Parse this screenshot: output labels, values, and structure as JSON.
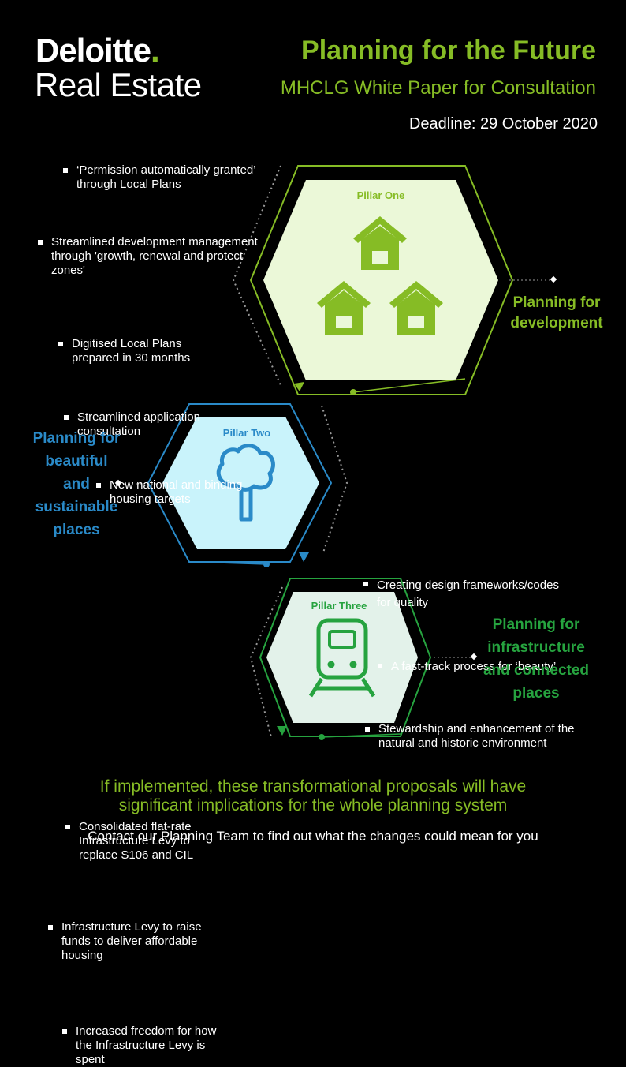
{
  "logo": {
    "brand": "Deloitte",
    "dot": ".",
    "division": "Real Estate"
  },
  "header": {
    "title": "Planning for the Future",
    "subtitle": "MHCLG White Paper for Consultation",
    "deadline": "Deadline: 29 October 2020"
  },
  "pillars": [
    {
      "label": "Pillar One",
      "heading_lines": [
        "Planning for",
        "development"
      ],
      "color": "#86bc25",
      "fill": "#ebf8d8",
      "icon": "houses-icon",
      "bullets": [
        "‘Permission automatically granted’ through Local Plans",
        "Streamlined development management through 'growth, renewal and protect zones'",
        "Digitised Local Plans prepared in 30 months",
        "Streamlined application consultation",
        "New national and binding housing targets"
      ]
    },
    {
      "label": "Pillar Two",
      "heading_lines": [
        "Planning for",
        "beautiful",
        "and",
        "sustainable",
        "places"
      ],
      "color": "#2a8ac8",
      "fill": "#c9f3fb",
      "icon": "tree-icon",
      "bullets": [
        "Creating design frameworks/codes for quality",
        "A fast-track process for ‘beauty’",
        "Stewardship and enhancement of the natural and historic environment"
      ]
    },
    {
      "label": "Pillar Three",
      "heading_lines": [
        "Planning for",
        "infrastructure",
        "and connected",
        "places"
      ],
      "color": "#26a33f",
      "fill": "#e3f2ea",
      "icon": "train-icon",
      "bullets": [
        "Consolidated flat-rate Infrastructure Levy to replace S106 and CIL",
        "Infrastructure Levy to raise funds to deliver affordable housing",
        "Increased freedom for how the Infrastructure Levy is spent"
      ]
    }
  ],
  "footer": {
    "implications_line1": "If implemented, these transformational proposals will have",
    "implications_line2": "significant implications for the whole planning system",
    "contact": "Contact our Planning Team to find out what the changes could mean for you"
  }
}
